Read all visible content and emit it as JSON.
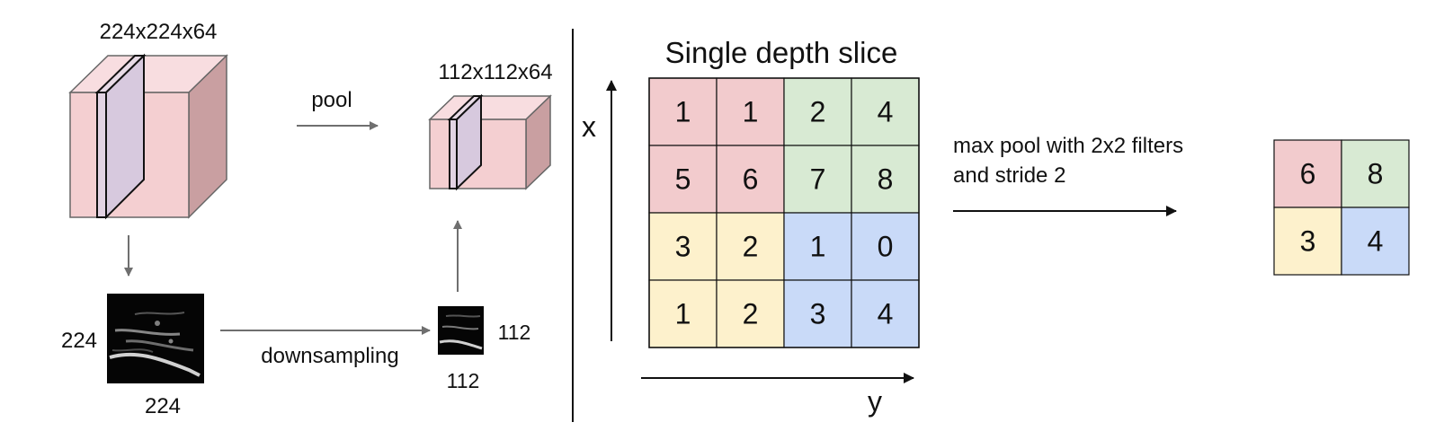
{
  "colors": {
    "red": "#f2cbcd",
    "green": "#d8ead3",
    "yellow": "#fdf1cc",
    "blue": "#c9daf8",
    "cube_front": "#f4cfd1",
    "cube_top": "#f8dde0",
    "cube_side": "#c99fa1",
    "slice": "#d7c9de",
    "arrow_gray": "#6f6f6f",
    "line": "#111111"
  },
  "left": {
    "input_volume_label": "224x224x64",
    "pool_label": "pool",
    "output_volume_label": "112x112x64",
    "input_height_label": "224",
    "input_width_label": "224",
    "downsampling_label": "downsampling",
    "output_height_label": "112",
    "output_width_label": "112"
  },
  "right": {
    "title": "Single depth slice",
    "x_axis_label": "x",
    "y_axis_label": "y",
    "op_line1": "max pool with 2x2 filters",
    "op_line2": "and stride 2",
    "grid": [
      [
        "1",
        "1",
        "2",
        "4"
      ],
      [
        "5",
        "6",
        "7",
        "8"
      ],
      [
        "3",
        "2",
        "1",
        "0"
      ],
      [
        "1",
        "2",
        "3",
        "4"
      ]
    ],
    "grid_colors": [
      [
        "red",
        "red",
        "green",
        "green"
      ],
      [
        "red",
        "red",
        "green",
        "green"
      ],
      [
        "yellow",
        "yellow",
        "blue",
        "blue"
      ],
      [
        "yellow",
        "yellow",
        "blue",
        "blue"
      ]
    ],
    "output": [
      [
        "6",
        "8"
      ],
      [
        "3",
        "4"
      ]
    ],
    "output_colors": [
      [
        "red",
        "green"
      ],
      [
        "yellow",
        "blue"
      ]
    ]
  }
}
